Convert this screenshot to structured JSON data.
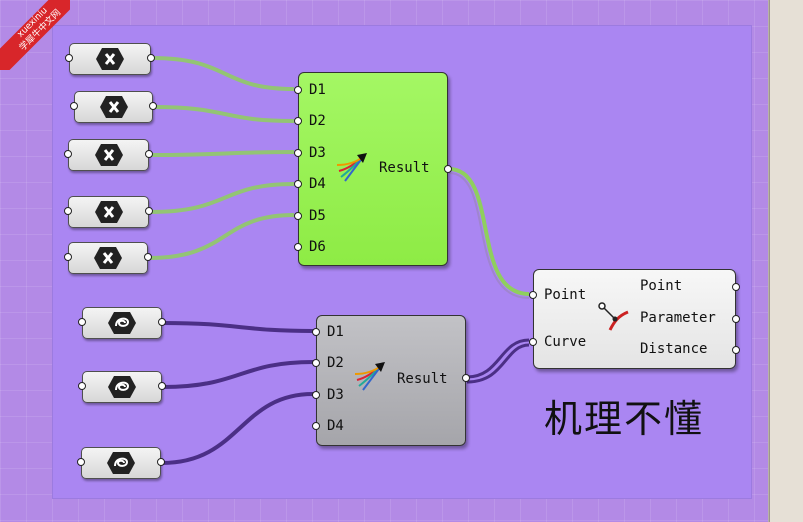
{
  "watermark": {
    "line1": "xuexiniu",
    "line2": "学犀牛中文网"
  },
  "merge_green": {
    "inputs": [
      "D1",
      "D2",
      "D3",
      "D4",
      "D5",
      "D6"
    ],
    "output": "Result",
    "color": "#9af055"
  },
  "merge_gray": {
    "inputs": [
      "D1",
      "D2",
      "D3",
      "D4"
    ],
    "output": "Result",
    "color": "#b3b3b8"
  },
  "curve_closest_point": {
    "inputs": [
      "Point",
      "Curve"
    ],
    "outputs": [
      "Point",
      "Parameter",
      "Distance"
    ]
  },
  "annotation": "机理不懂",
  "colors": {
    "canvas": "#b38ae6",
    "group": "#aa86f2",
    "wire_green": "#8fcf5e",
    "wire_dark": "#4b2f86"
  },
  "icons": {
    "point_params": "point-param-icon",
    "curve_params": "curve-param-icon",
    "merge": "merge-arrow-icon",
    "ccp": "curve-closest-point-icon"
  }
}
